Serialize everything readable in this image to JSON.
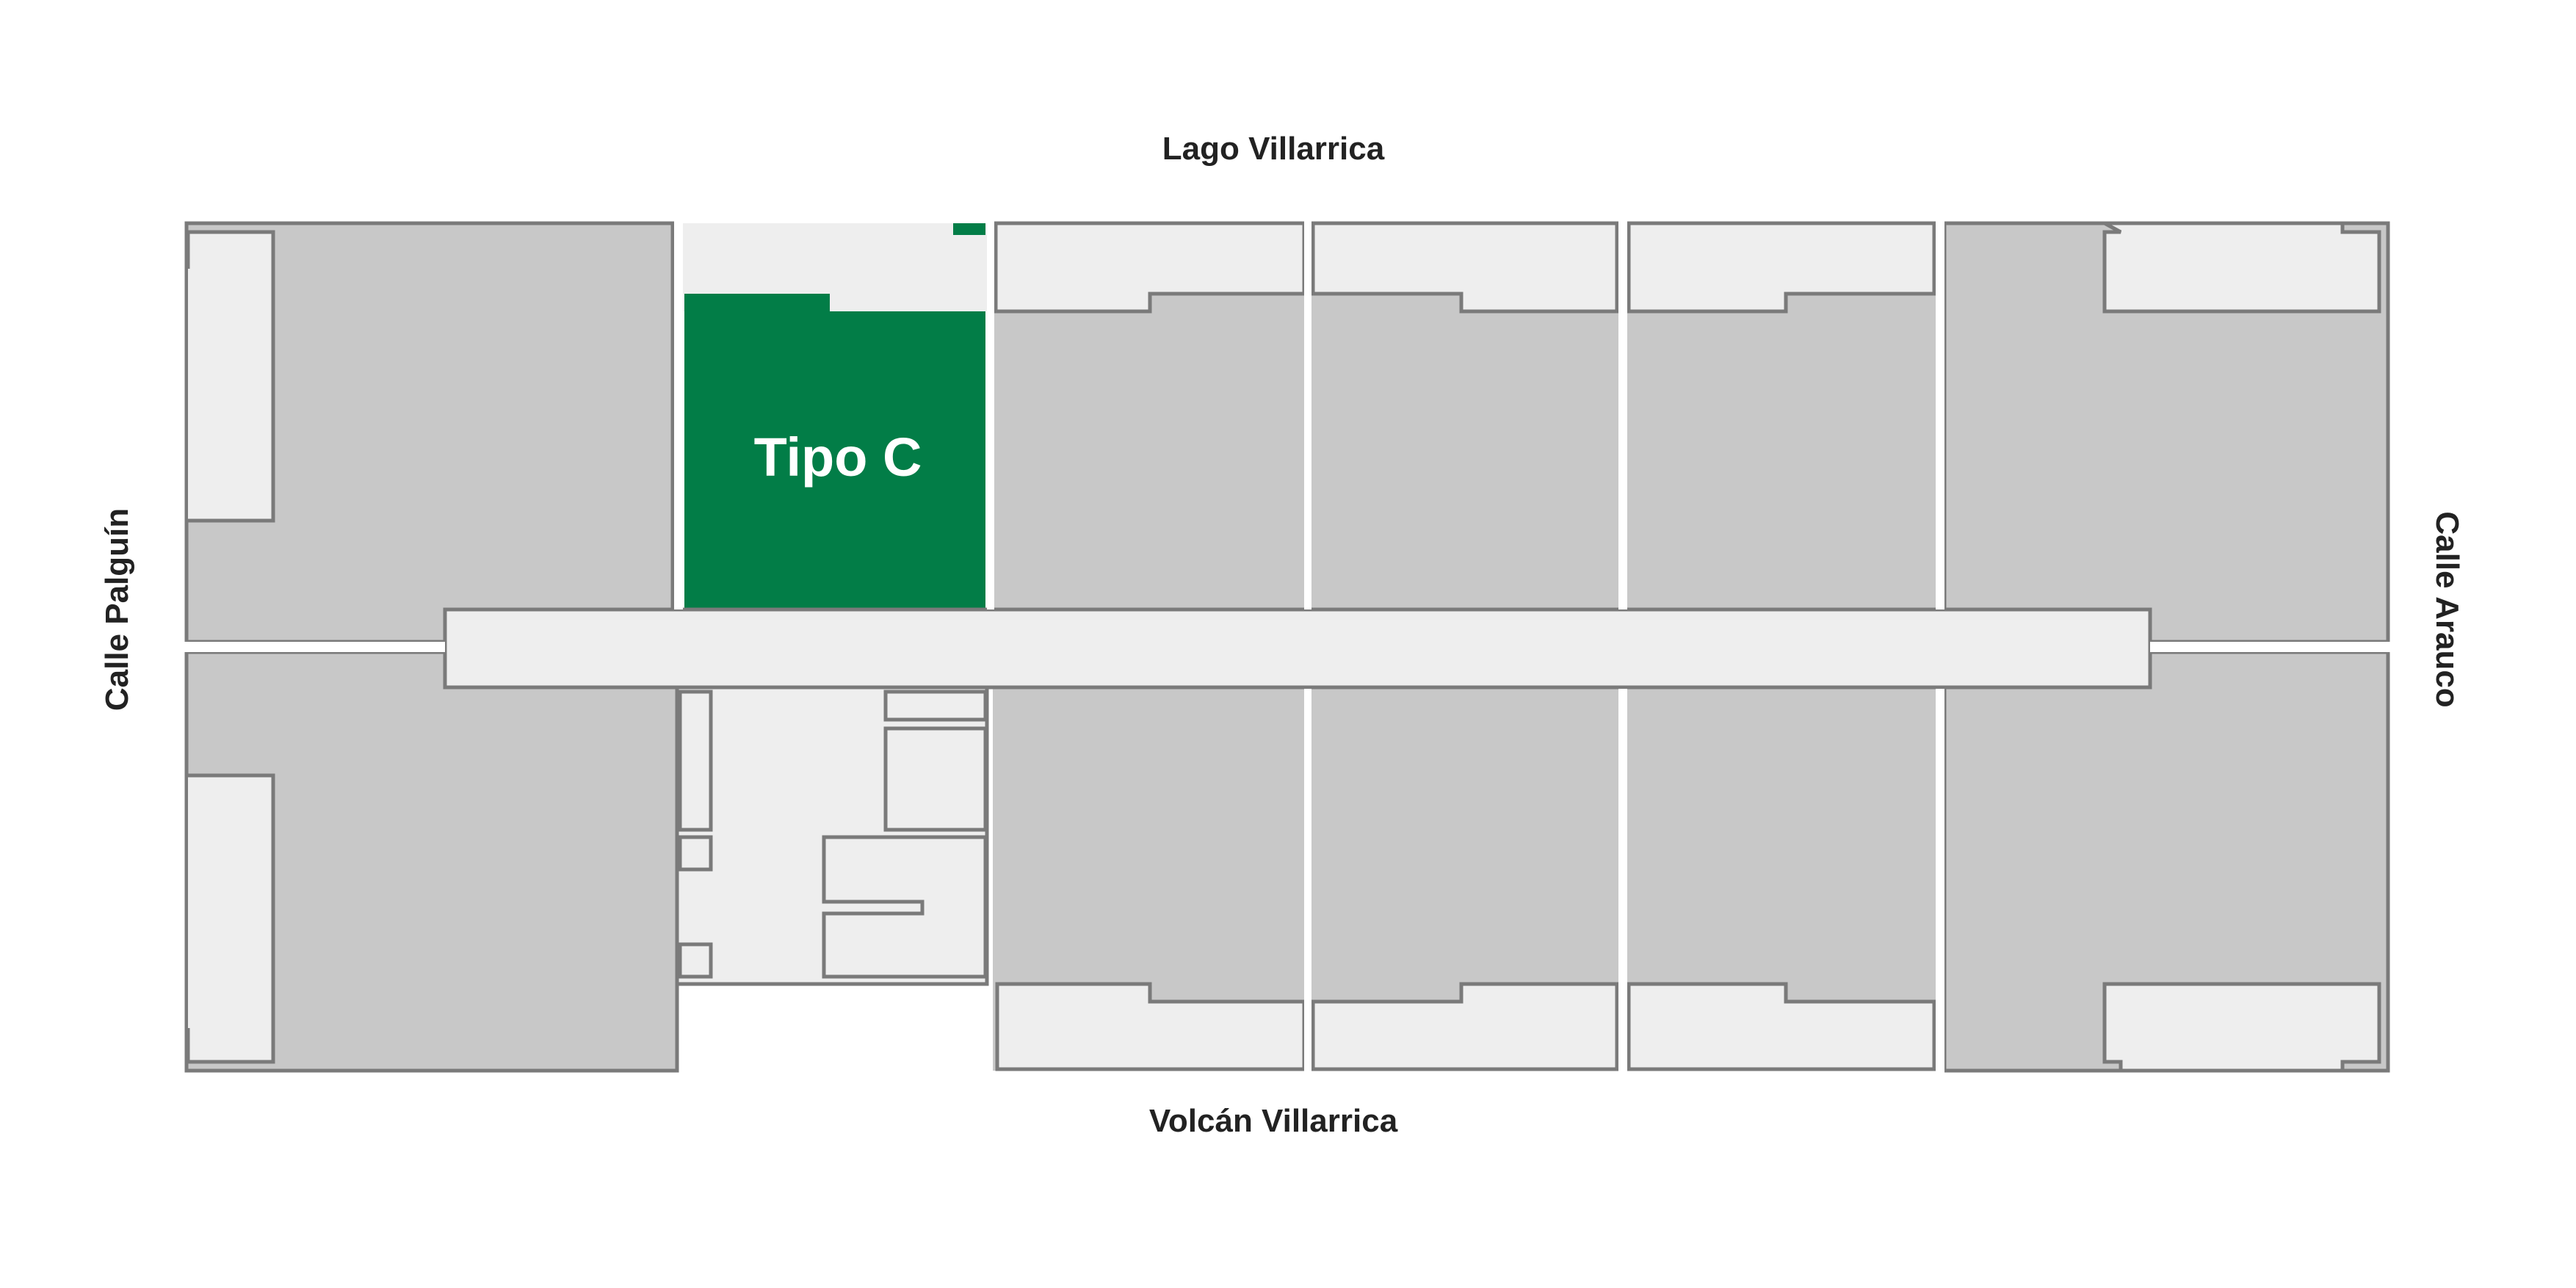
{
  "streets": {
    "top": "Lago Villarrica",
    "bottom": "Volcán Villarrica",
    "left": "Calle Palguín",
    "right": "Calle Arauco"
  },
  "highlighted_unit": {
    "label": "Tipo C",
    "color": "#027d47"
  },
  "colors": {
    "unit_fill": "#c8c8c8",
    "common_area": "#eeeeee",
    "outline": "#7a7a7a"
  }
}
